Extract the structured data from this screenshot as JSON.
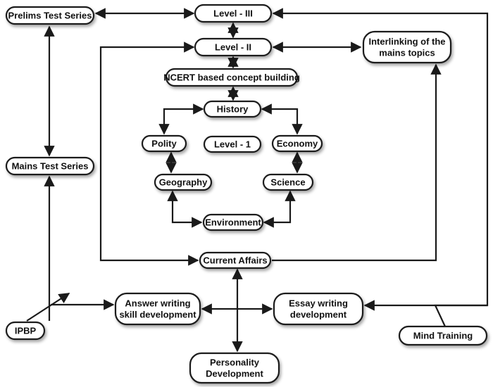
{
  "diagram": {
    "nodes": {
      "level3": {
        "label": [
          "Level - III"
        ]
      },
      "prelims": {
        "label": [
          "Prelims Test Series"
        ]
      },
      "level2": {
        "label": [
          "Level - II"
        ]
      },
      "interlinking": {
        "label": [
          "Interlinking of the",
          "mains topics"
        ]
      },
      "ncert": {
        "label": [
          "NCERT based concept building"
        ]
      },
      "history": {
        "label": [
          "History"
        ]
      },
      "polity": {
        "label": [
          "Polity"
        ]
      },
      "level1": {
        "label": [
          "Level - 1"
        ]
      },
      "economy": {
        "label": [
          "Economy"
        ]
      },
      "mains": {
        "label": [
          "Mains Test Series"
        ]
      },
      "geography": {
        "label": [
          "Geography"
        ]
      },
      "science": {
        "label": [
          "Science"
        ]
      },
      "environment": {
        "label": [
          "Environment"
        ]
      },
      "current_affairs": {
        "label": [
          "Current Affairs"
        ]
      },
      "answer_writing": {
        "label": [
          "Answer writing",
          "skill development"
        ]
      },
      "essay_writing": {
        "label": [
          "Essay writing",
          "development"
        ]
      },
      "ipbp": {
        "label": [
          "IPBP"
        ]
      },
      "mind_training": {
        "label": [
          "Mind Training"
        ]
      },
      "personality": {
        "label": [
          "Personality",
          "Development"
        ]
      }
    }
  }
}
